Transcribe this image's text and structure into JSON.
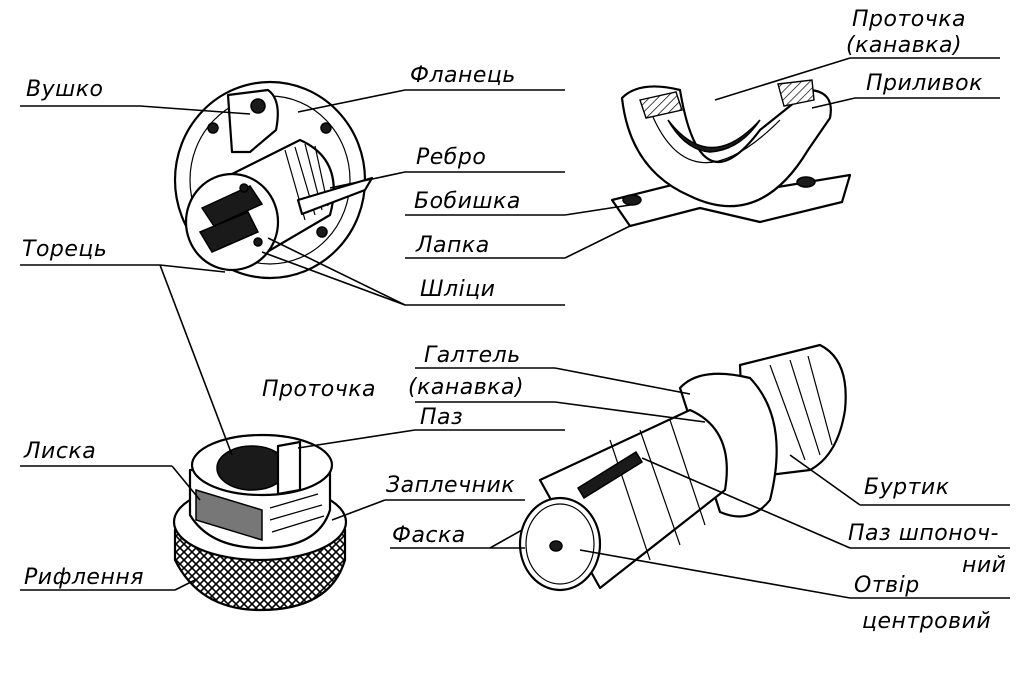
{
  "labels": {
    "vushko": "Вушко",
    "flanets": "Фланець",
    "rebro": "Ребро",
    "bobyshka": "Бобишка",
    "lapka": "Лапка",
    "torets": "Торець",
    "shlitsi": "Шліци",
    "protochka_kanavka_top_1": "Проточка",
    "protochka_kanavka_top_2": "(канавка)",
    "prylyvok": "Приливок",
    "haltel": "Галтель",
    "protochka": "Проточка",
    "kanavka": "(канавка)",
    "paz": "Паз",
    "lyska": "Лиска",
    "zaplechnyk": "Заплечник",
    "burtyk": "Буртик",
    "faska": "Фаска",
    "paz_shponoch_1": "Паз шпоноч-",
    "paz_shponoch_2": "ний",
    "otvir_1": "Отвір",
    "otvir_2": "центровий",
    "ryflennia": "Рифлення"
  }
}
